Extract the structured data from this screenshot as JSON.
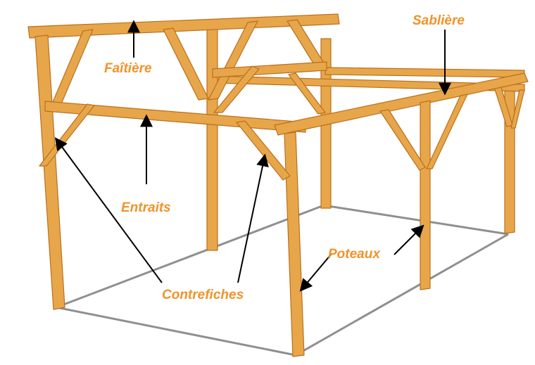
{
  "labels": {
    "faitiere": "Faîtière",
    "sabliere": "Sablière",
    "entraits": "Entraits",
    "poteaux": "Poteaux",
    "contrefiches": "Contrefiches"
  },
  "colors": {
    "label": "#f0932b",
    "wood": "#e8a64a",
    "wood_dark": "#b9701d",
    "floor_line": "#8f8f8f",
    "arrow": "#000000"
  }
}
